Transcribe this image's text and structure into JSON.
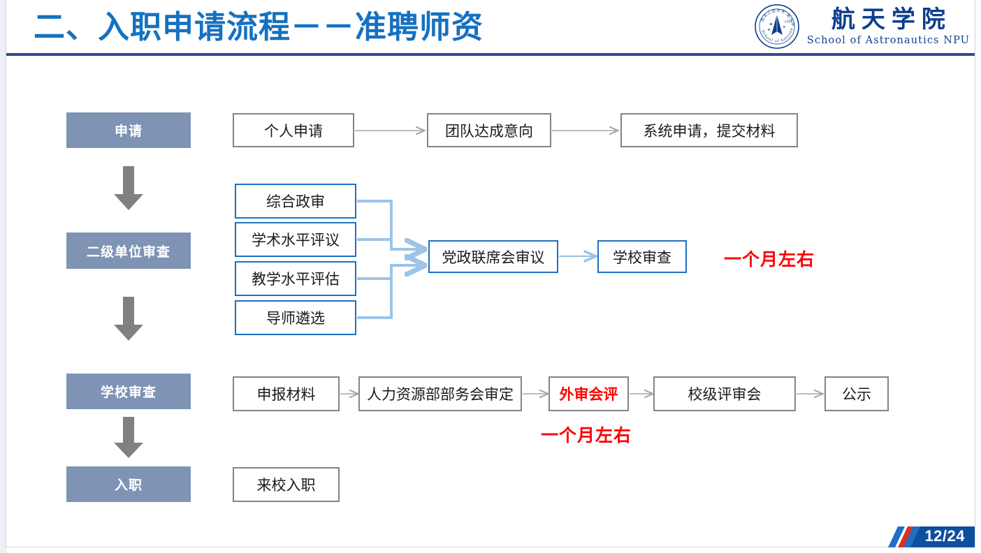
{
  "header": {
    "title": "二、入职申请流程－－准聘师资",
    "title_color": "#1671c0",
    "rule_color": "#2d4b8e",
    "logo": {
      "cn": "航天学院",
      "en": "School of Astronautics NPU",
      "emblem_name": "school-of-astronautics-emblem",
      "color": "#0d3f8f"
    }
  },
  "flow": {
    "stage_fill": "#7f93b5",
    "arrow_fill": "#808080",
    "blue_border": "#1f70c1",
    "gray_border": "#848484",
    "connector_blue": "#9dc3e6",
    "connector_gray": "#a6a6a6",
    "accent_red": "#ff0000",
    "stages": [
      {
        "label": "申请"
      },
      {
        "label": "二级单位审查"
      },
      {
        "label": "学校审查"
      },
      {
        "label": "入职"
      }
    ],
    "row1": [
      {
        "label": "个人申请"
      },
      {
        "label": "团队达成意向"
      },
      {
        "label": "系统申请，提交材料"
      }
    ],
    "row2_branches": [
      {
        "label": "综合政审"
      },
      {
        "label": "学术水平评议"
      },
      {
        "label": "教学水平评估"
      },
      {
        "label": "导师遴选"
      }
    ],
    "row2_merge": {
      "label": "党政联席会审议"
    },
    "row2_next": {
      "label": "学校审查"
    },
    "row2_note": "一个月左右",
    "row3": [
      {
        "label": "申报材料",
        "emphasis": false
      },
      {
        "label": "人力资源部部务会审定",
        "emphasis": false
      },
      {
        "label": "外审会评",
        "emphasis": true
      },
      {
        "label": "校级评审会",
        "emphasis": false
      },
      {
        "label": "公示",
        "emphasis": false
      }
    ],
    "row3_note": "一个月左右",
    "row4": [
      {
        "label": "来校入职"
      }
    ]
  },
  "footer": {
    "page": "12/24",
    "badge_color": "#0b4f9e",
    "slash_blue": "#1f6fc4",
    "slash_red": "#d93025"
  }
}
